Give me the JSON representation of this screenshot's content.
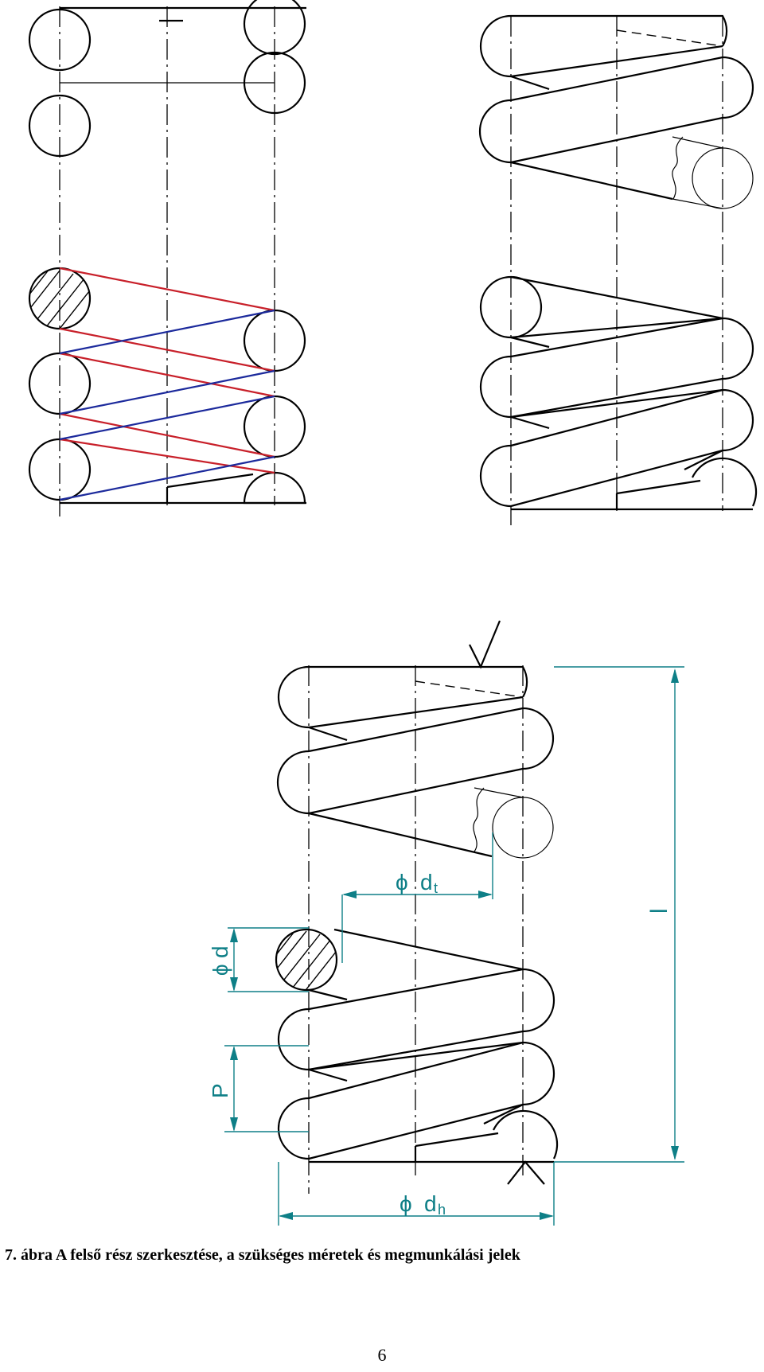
{
  "dimensions": {
    "wire_diameter_symbol": "ϕ",
    "wire_diameter_var": "d",
    "mean_diameter_symbol": "ϕ",
    "mean_diameter_var": "d",
    "mean_diameter_sub": "t",
    "outer_diameter_symbol": "ϕ",
    "outer_diameter_var": "d",
    "outer_diameter_sub": "h",
    "pitch": "P",
    "length": "l"
  },
  "top_left_label": "l",
  "caption": "7. ábra A felső rész szerkesztése, a szükséges méretek és megmunkálási jelek",
  "page_number": "6",
  "colors": {
    "dimension": "#0e7f87",
    "construction_front": "#c8202a",
    "construction_back": "#1c2a9c",
    "outline": "#000000"
  }
}
